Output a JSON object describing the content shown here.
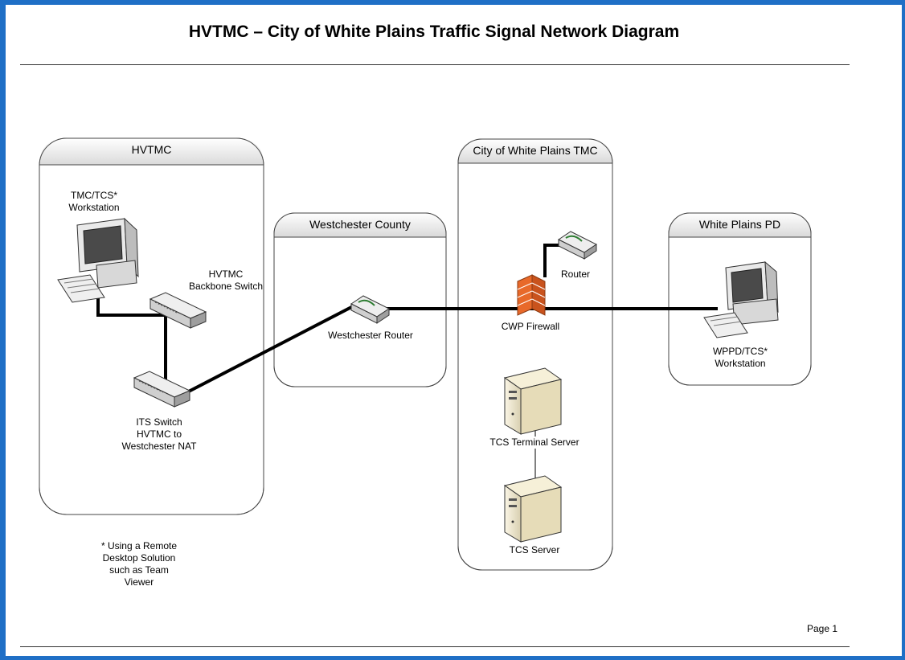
{
  "title": "HVTMC – City of White Plains Traffic Signal Network Diagram",
  "page_label": "Page 1",
  "zones": {
    "hvtmc": "HVTMC",
    "westchester": "Westchester County",
    "city_tmc": "City of White Plains TMC",
    "wppd": "White Plains PD"
  },
  "devices": {
    "tmc_workstation": [
      "TMC/TCS*",
      "Workstation"
    ],
    "backbone_switch": [
      "HVTMC",
      "Backbone Switch"
    ],
    "its_switch": [
      "ITS Switch",
      "HVTMC to",
      "Westchester NAT"
    ],
    "westchester_router": "Westchester Router",
    "router": "Router",
    "firewall": "CWP Firewall",
    "terminal_server": "TCS Terminal Server",
    "tcs_server": "TCS Server",
    "wppd_workstation": [
      "WPPD/TCS*",
      "Workstation"
    ]
  },
  "footnote": [
    "* Using a Remote",
    "Desktop Solution",
    "such as Team",
    "Viewer"
  ],
  "colors": {
    "frame": "#1f6fc6",
    "firewall": "#e8692a",
    "zone_header": "#e6e6e6"
  }
}
